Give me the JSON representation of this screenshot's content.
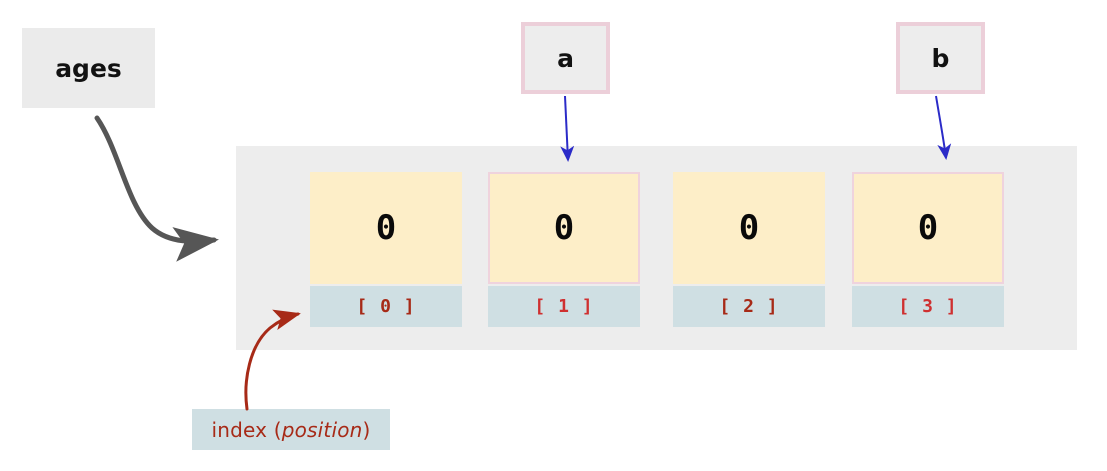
{
  "diagram": {
    "title_label": "ages",
    "variables": [
      {
        "name": "a",
        "label": "a",
        "points_to_index": 1
      },
      {
        "name": "b",
        "label": "b",
        "points_to_index": 3
      }
    ],
    "array": {
      "name": "ages",
      "cells": [
        {
          "value": "0",
          "index_label": "[ 0 ]",
          "highlighted": false
        },
        {
          "value": "0",
          "index_label": "[ 1 ]",
          "highlighted": true
        },
        {
          "value": "0",
          "index_label": "[ 2 ]",
          "highlighted": false
        },
        {
          "value": "0",
          "index_label": "[ 3 ]",
          "highlighted": true
        }
      ]
    },
    "callout": {
      "text_plain": "index (",
      "text_italic": "position",
      "text_tail": ")"
    },
    "colors": {
      "page_background": "#ffffff",
      "container_background": "#ededed",
      "cell_value_fill": "#fdeec8",
      "cell_index_fill": "#cfdfe3",
      "highlight_border": "#efd3dd",
      "index_text": "#a72a17",
      "ages_arrow": "#565656",
      "variable_arrow": "#2b2bc8",
      "callout_arrow": "#a72a17"
    }
  }
}
